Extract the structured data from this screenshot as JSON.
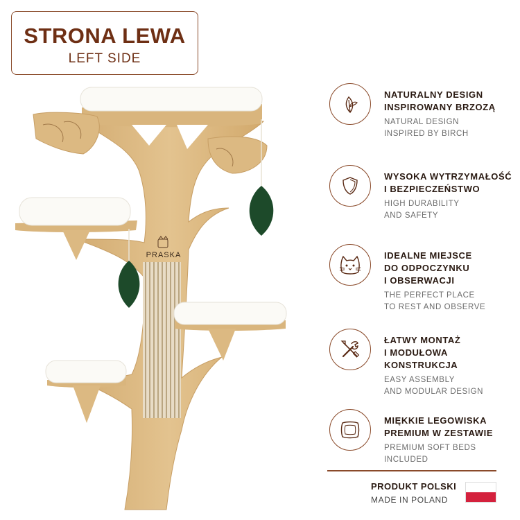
{
  "header": {
    "title": "STRONA LEWA",
    "subtitle": "LEFT SIDE"
  },
  "product": {
    "brand_label": "PRASKA"
  },
  "features": [
    {
      "icon": "leaf-icon",
      "title_pl": "NATURALNY DESIGN\nINSPIROWANY BRZOZĄ",
      "title_en": "NATURAL DESIGN\nINSPIRED BY BIRCH"
    },
    {
      "icon": "shield-icon",
      "title_pl": "WYSOKA WYTRZYMAŁOŚĆ\nI BEZPIECZEŃSTWO",
      "title_en": "HIGH DURABILITY\nAND SAFETY"
    },
    {
      "icon": "cat-face-icon",
      "title_pl": "IDEALNE MIEJSCE\nDO ODPOCZYNKU\nI OBSERWACJI",
      "title_en": "THE PERFECT PLACE\nTO REST AND OBSERVE"
    },
    {
      "icon": "tools-icon",
      "title_pl": "ŁATWY MONTAŻ\nI MODUŁOWA\nKONSTRUKCJA",
      "title_en": "EASY ASSEMBLY\nAND MODULAR DESIGN"
    },
    {
      "icon": "pillow-icon",
      "title_pl": "MIĘKKIE LEGOWISKA\nPREMIUM W ZESTAWIE",
      "title_en": "PREMIUM SOFT BEDS\nINCLUDED"
    }
  ],
  "origin": {
    "title_pl": "PRODUKT POLSKI",
    "title_en": "MADE IN POLAND"
  },
  "colors": {
    "accent": "#8a4a2a",
    "title": "#6e2f14",
    "wood": "#dcb982",
    "leaf": "#1d4a2a",
    "flag_red": "#d4213d"
  }
}
